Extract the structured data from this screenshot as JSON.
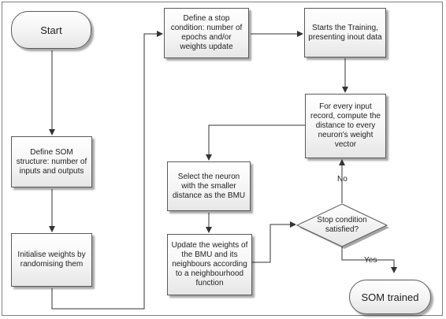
{
  "nodes": {
    "start": "Start",
    "define_som": "Define SOM structure: number of inputs and outputs",
    "initialise": "Initialise weights by randomising them",
    "stop_condition": "Define a stop condition: number of epochs and/or weights update",
    "start_training": "Starts the Training, presenting inout data",
    "compute_distance": "For every input record, compute the distance to every neuron's weight vector",
    "select_bmu": "Select the neuron with the smaller distance as the BMU",
    "update_weights": "Update the weights of the BMU and its neighbours according to a neighbourhood function",
    "decision": "Stop condition satisfied?",
    "end": "SOM trained"
  },
  "edge_labels": {
    "no": "No",
    "yes": "Yes"
  }
}
